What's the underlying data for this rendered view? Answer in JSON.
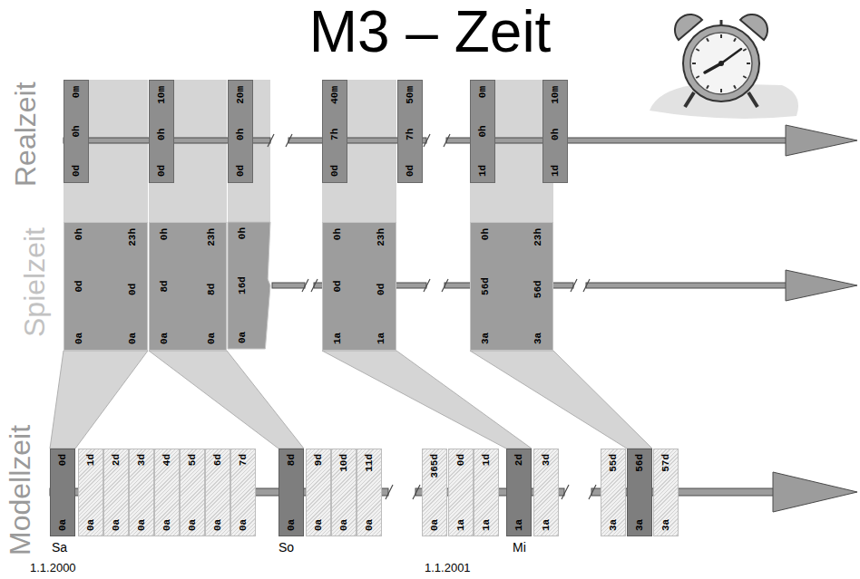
{
  "diagram": {
    "title": "M3 – Zeit",
    "nodes": [
      {
        "text": [
          "0d 0h 0m"
        ]
      },
      {
        "text": [
          "0d 0h 10m"
        ]
      },
      {
        "text": [
          "0d 0h 20m"
        ]
      },
      {
        "text": [
          "0d 7h 40m"
        ]
      },
      {
        "text": [
          "0d 7h 50m"
        ]
      },
      {
        "text": [
          "1d 0h 0m"
        ]
      },
      {
        "text": [
          "1d 0h 10m"
        ]
      },
      {
        "text": [
          "0a 0d 0h",
          "0a 0d 23h"
        ]
      },
      {
        "text": [
          "0a 8d 0h",
          "0a 8d 23h"
        ]
      },
      {
        "text": [
          "0a 16d 0h"
        ]
      },
      {
        "text": [
          "1a 0d 0h",
          "1a 0d 23h"
        ]
      },
      {
        "text": [
          "3a 56d 0h",
          "3a 56d 23h"
        ]
      },
      {
        "text": [
          "0a 0d"
        ]
      },
      {
        "text": [
          "0a 1d"
        ]
      },
      {
        "text": [
          "0a 2d"
        ]
      },
      {
        "text": [
          "0a 3d"
        ]
      },
      {
        "text": [
          "0a 4d"
        ]
      },
      {
        "text": [
          "0a 5d"
        ]
      },
      {
        "text": [
          "0a 6d"
        ]
      },
      {
        "text": [
          "0a 7d"
        ]
      },
      {
        "text": [
          "0a 8d"
        ]
      },
      {
        "text": [
          "0a 9d"
        ]
      },
      {
        "text": [
          "0a 10d"
        ]
      },
      {
        "text": [
          "0a 11d"
        ]
      },
      {
        "text": [
          "0a 365d"
        ]
      },
      {
        "text": [
          "1a 0d"
        ]
      },
      {
        "text": [
          "1a 1d"
        ]
      },
      {
        "text": [
          "1a 2d"
        ]
      },
      {
        "text": [
          "1a 3d"
        ]
      },
      {
        "text": [
          "3a 55d"
        ]
      },
      {
        "text": [
          "3a 56d"
        ]
      },
      {
        "text": [
          "3a 57d"
        ]
      }
    ],
    "edges": [
      {
        "from": 0,
        "to": 7,
        "arrow": "none"
      },
      {
        "from": 1,
        "to": 8,
        "arrow": "none"
      },
      {
        "from": 2,
        "to": 9,
        "arrow": "none"
      },
      {
        "from": 3,
        "to": 10,
        "arrow": "none"
      },
      {
        "from": 5,
        "to": 11,
        "arrow": "none"
      },
      {
        "from": 7,
        "to": 12,
        "arrow": "none"
      },
      {
        "from": 8,
        "to": 20,
        "arrow": "none"
      },
      {
        "from": 10,
        "to": 27,
        "arrow": "none"
      },
      {
        "from": 11,
        "to": 30,
        "arrow": "none"
      }
    ],
    "labels": [
      "Realzeit",
      "Spielzeit",
      "Modellzeit",
      "Sa",
      "1.1.2000",
      "So",
      "1.1.2001",
      "Mi"
    ]
  }
}
